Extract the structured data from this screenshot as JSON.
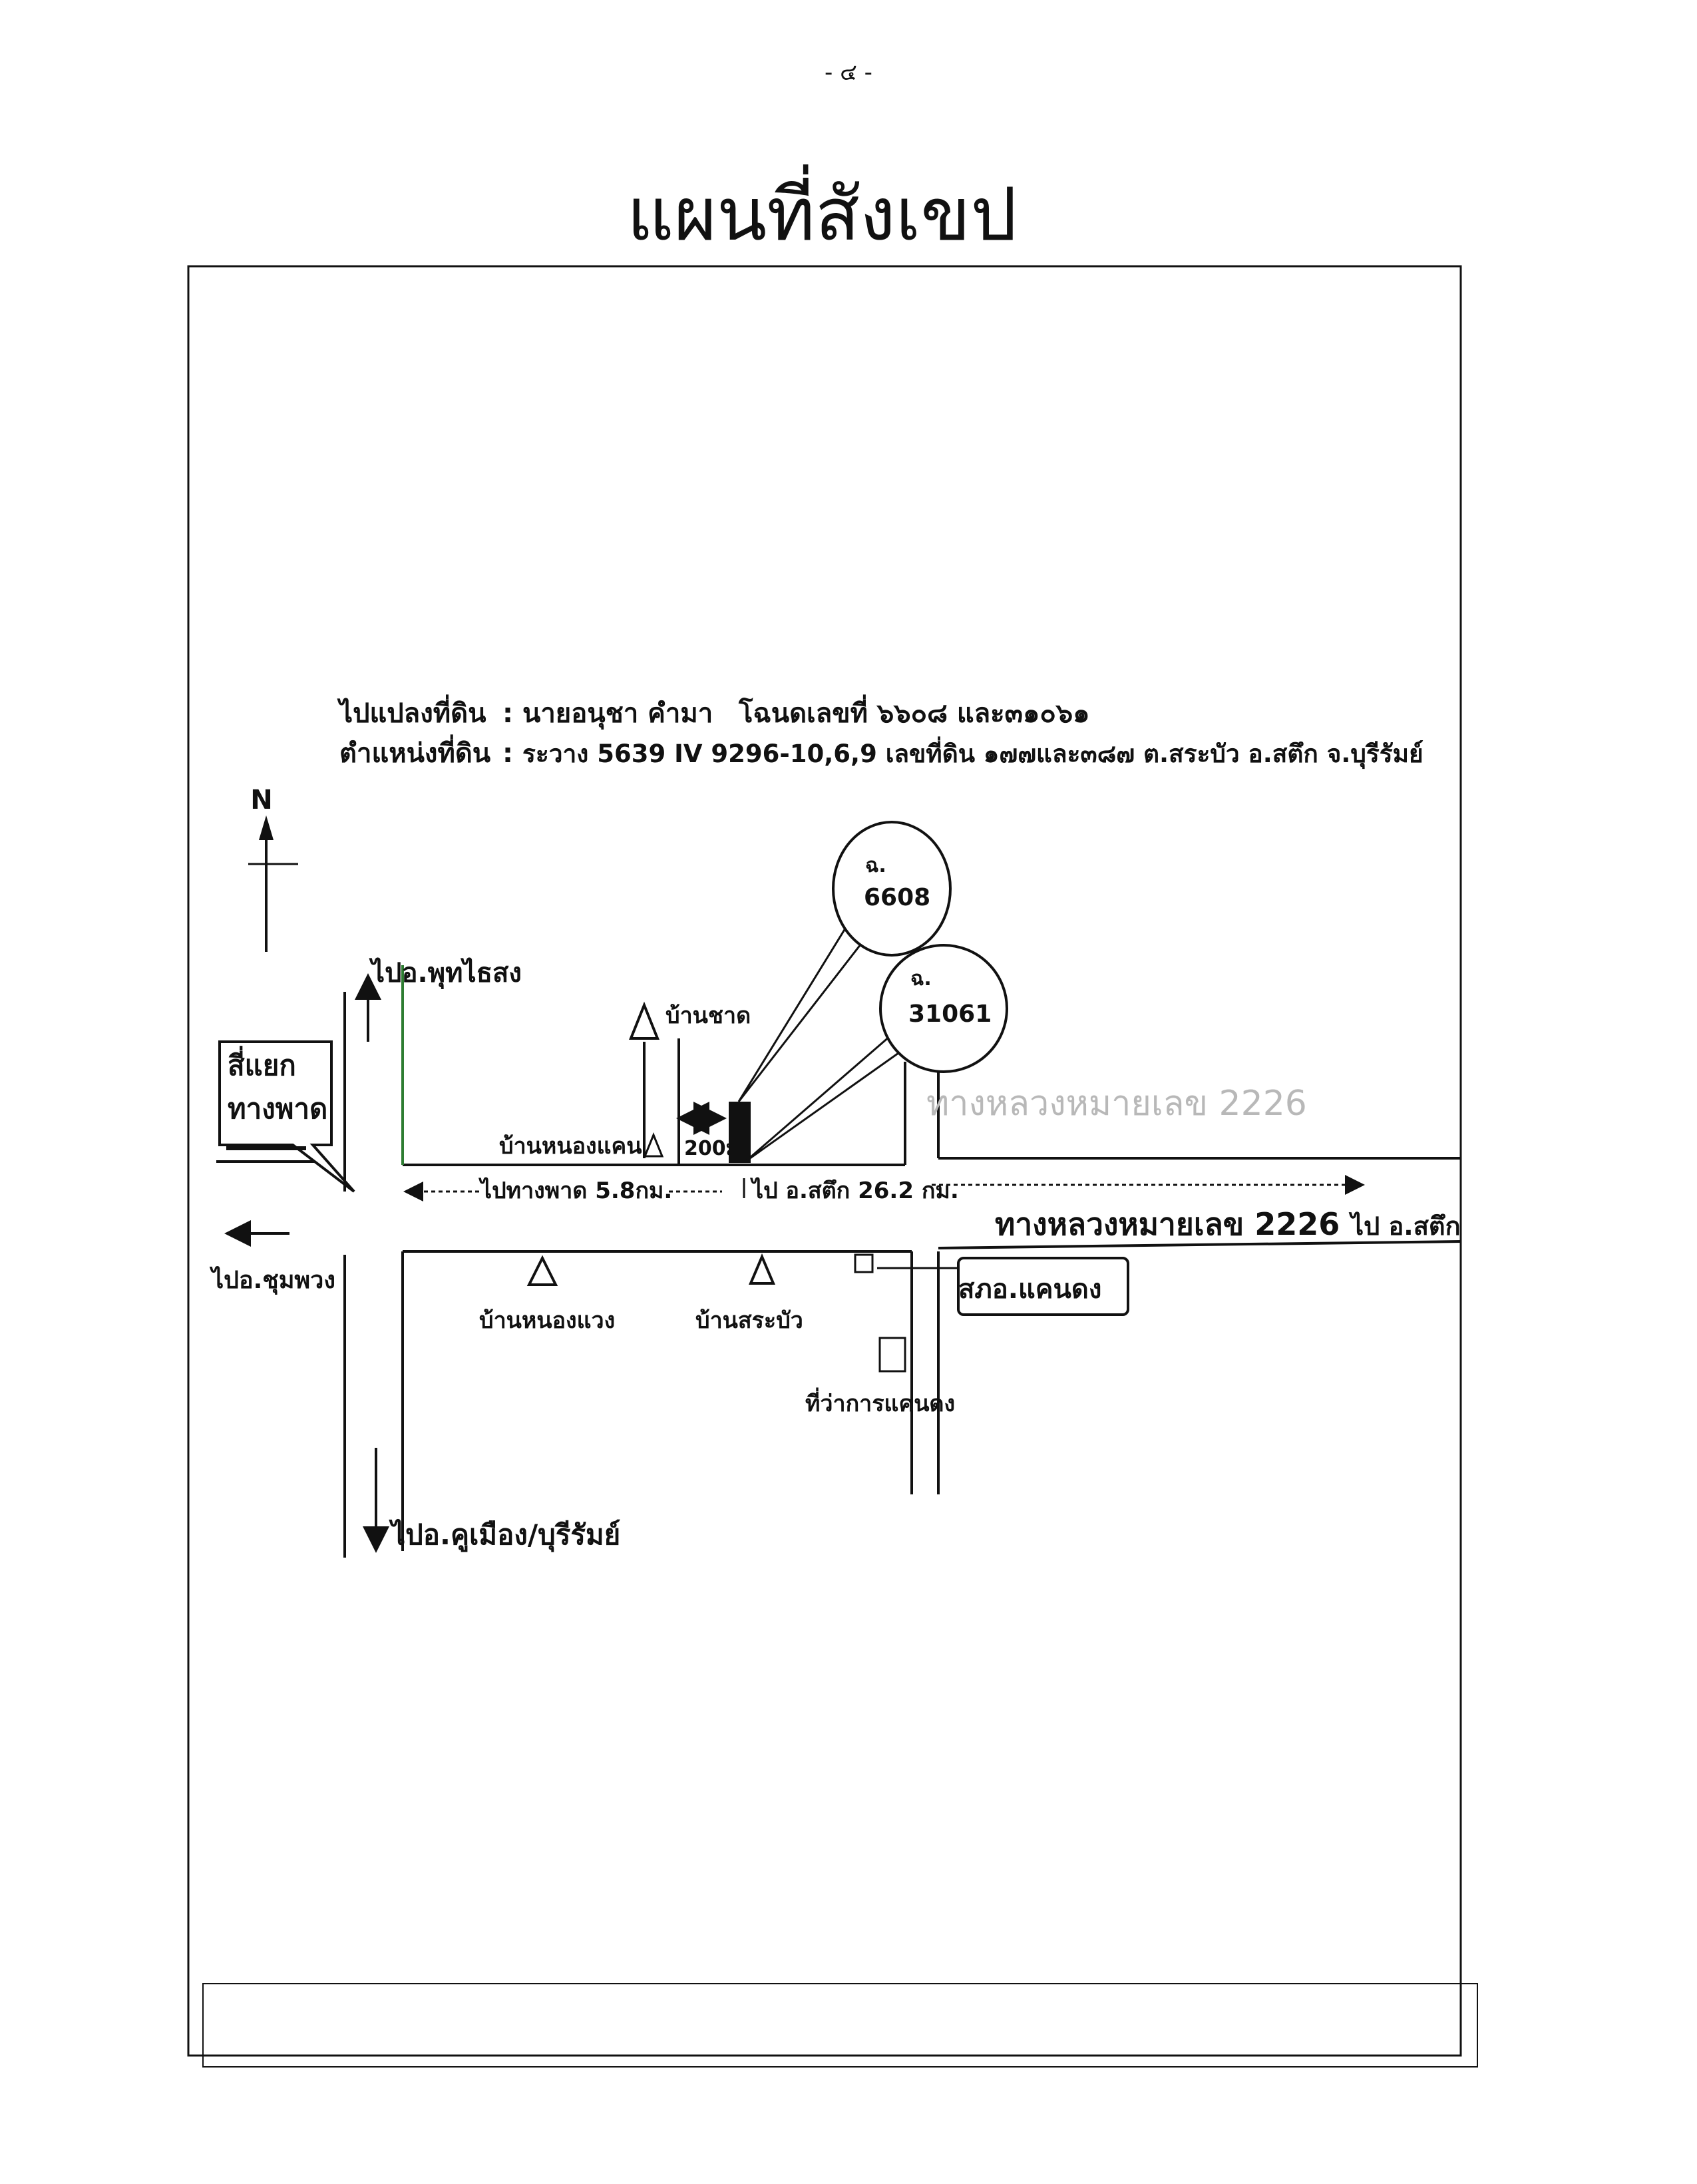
{
  "page_number": "- ๔ -",
  "title": "แผนที่สังเขป",
  "info": {
    "row1_label": "ไปแปลงที่ดิน",
    "row1_value": "นายอนุชา คำมา",
    "row1_extra": "โฉนดเลขที่ ๖๖๐๘ และ๓๑๐๖๑",
    "row2_label": "ตำแหน่งที่ดิน",
    "row2_value": "ระวาง 5639 IV 9296-10,6,9 เลขที่ดิน ๑๗๗และ๓๘๗ ต.สระบัว อ.สตึก จ.บุรีรัมย์",
    "separator": ":"
  },
  "north_label": "N",
  "map_labels": {
    "to_phutthaisong": "ไปอ.พุทไธสง",
    "crossroad_line1": "สี่แยก",
    "crossroad_line2": "ทางพาด",
    "ban_chat": "บ้านชาด",
    "ban_nong_khaen": "บ้านหนองแคน",
    "distance_200": "200ม.",
    "to_thang_phat": "ไปทางพาด 5.8กม.",
    "to_satuek": "ไป อ.สตึก 26.2 กม.",
    "highway_main": "ทางหลวงหมายเลข 2226",
    "highway_suffix": "ไป อ.สตึก",
    "highway_faded": "ทางหลวงหมายเลข 2226",
    "to_chumphuang": "ไปอ.ชุมพวง",
    "ban_nong_waeng": "บ้านหนองแวง",
    "ban_sa_bua": "บ้านสระบัว",
    "police_station": "สภอ.แคนดง",
    "district_office": "ที่ว่าการแคนดง",
    "to_khu_mueang": "ไปอ.คูเมือง/บุรีรัมย์"
  },
  "callouts": {
    "deed_a_prefix": "ฉ.",
    "deed_a_number": "6608",
    "deed_b_prefix": "ฉ.",
    "deed_b_number": "31061"
  },
  "colors": {
    "ink": "#111111",
    "accent_green": "#2e7d32",
    "faded_text": "#b8b8b8"
  }
}
